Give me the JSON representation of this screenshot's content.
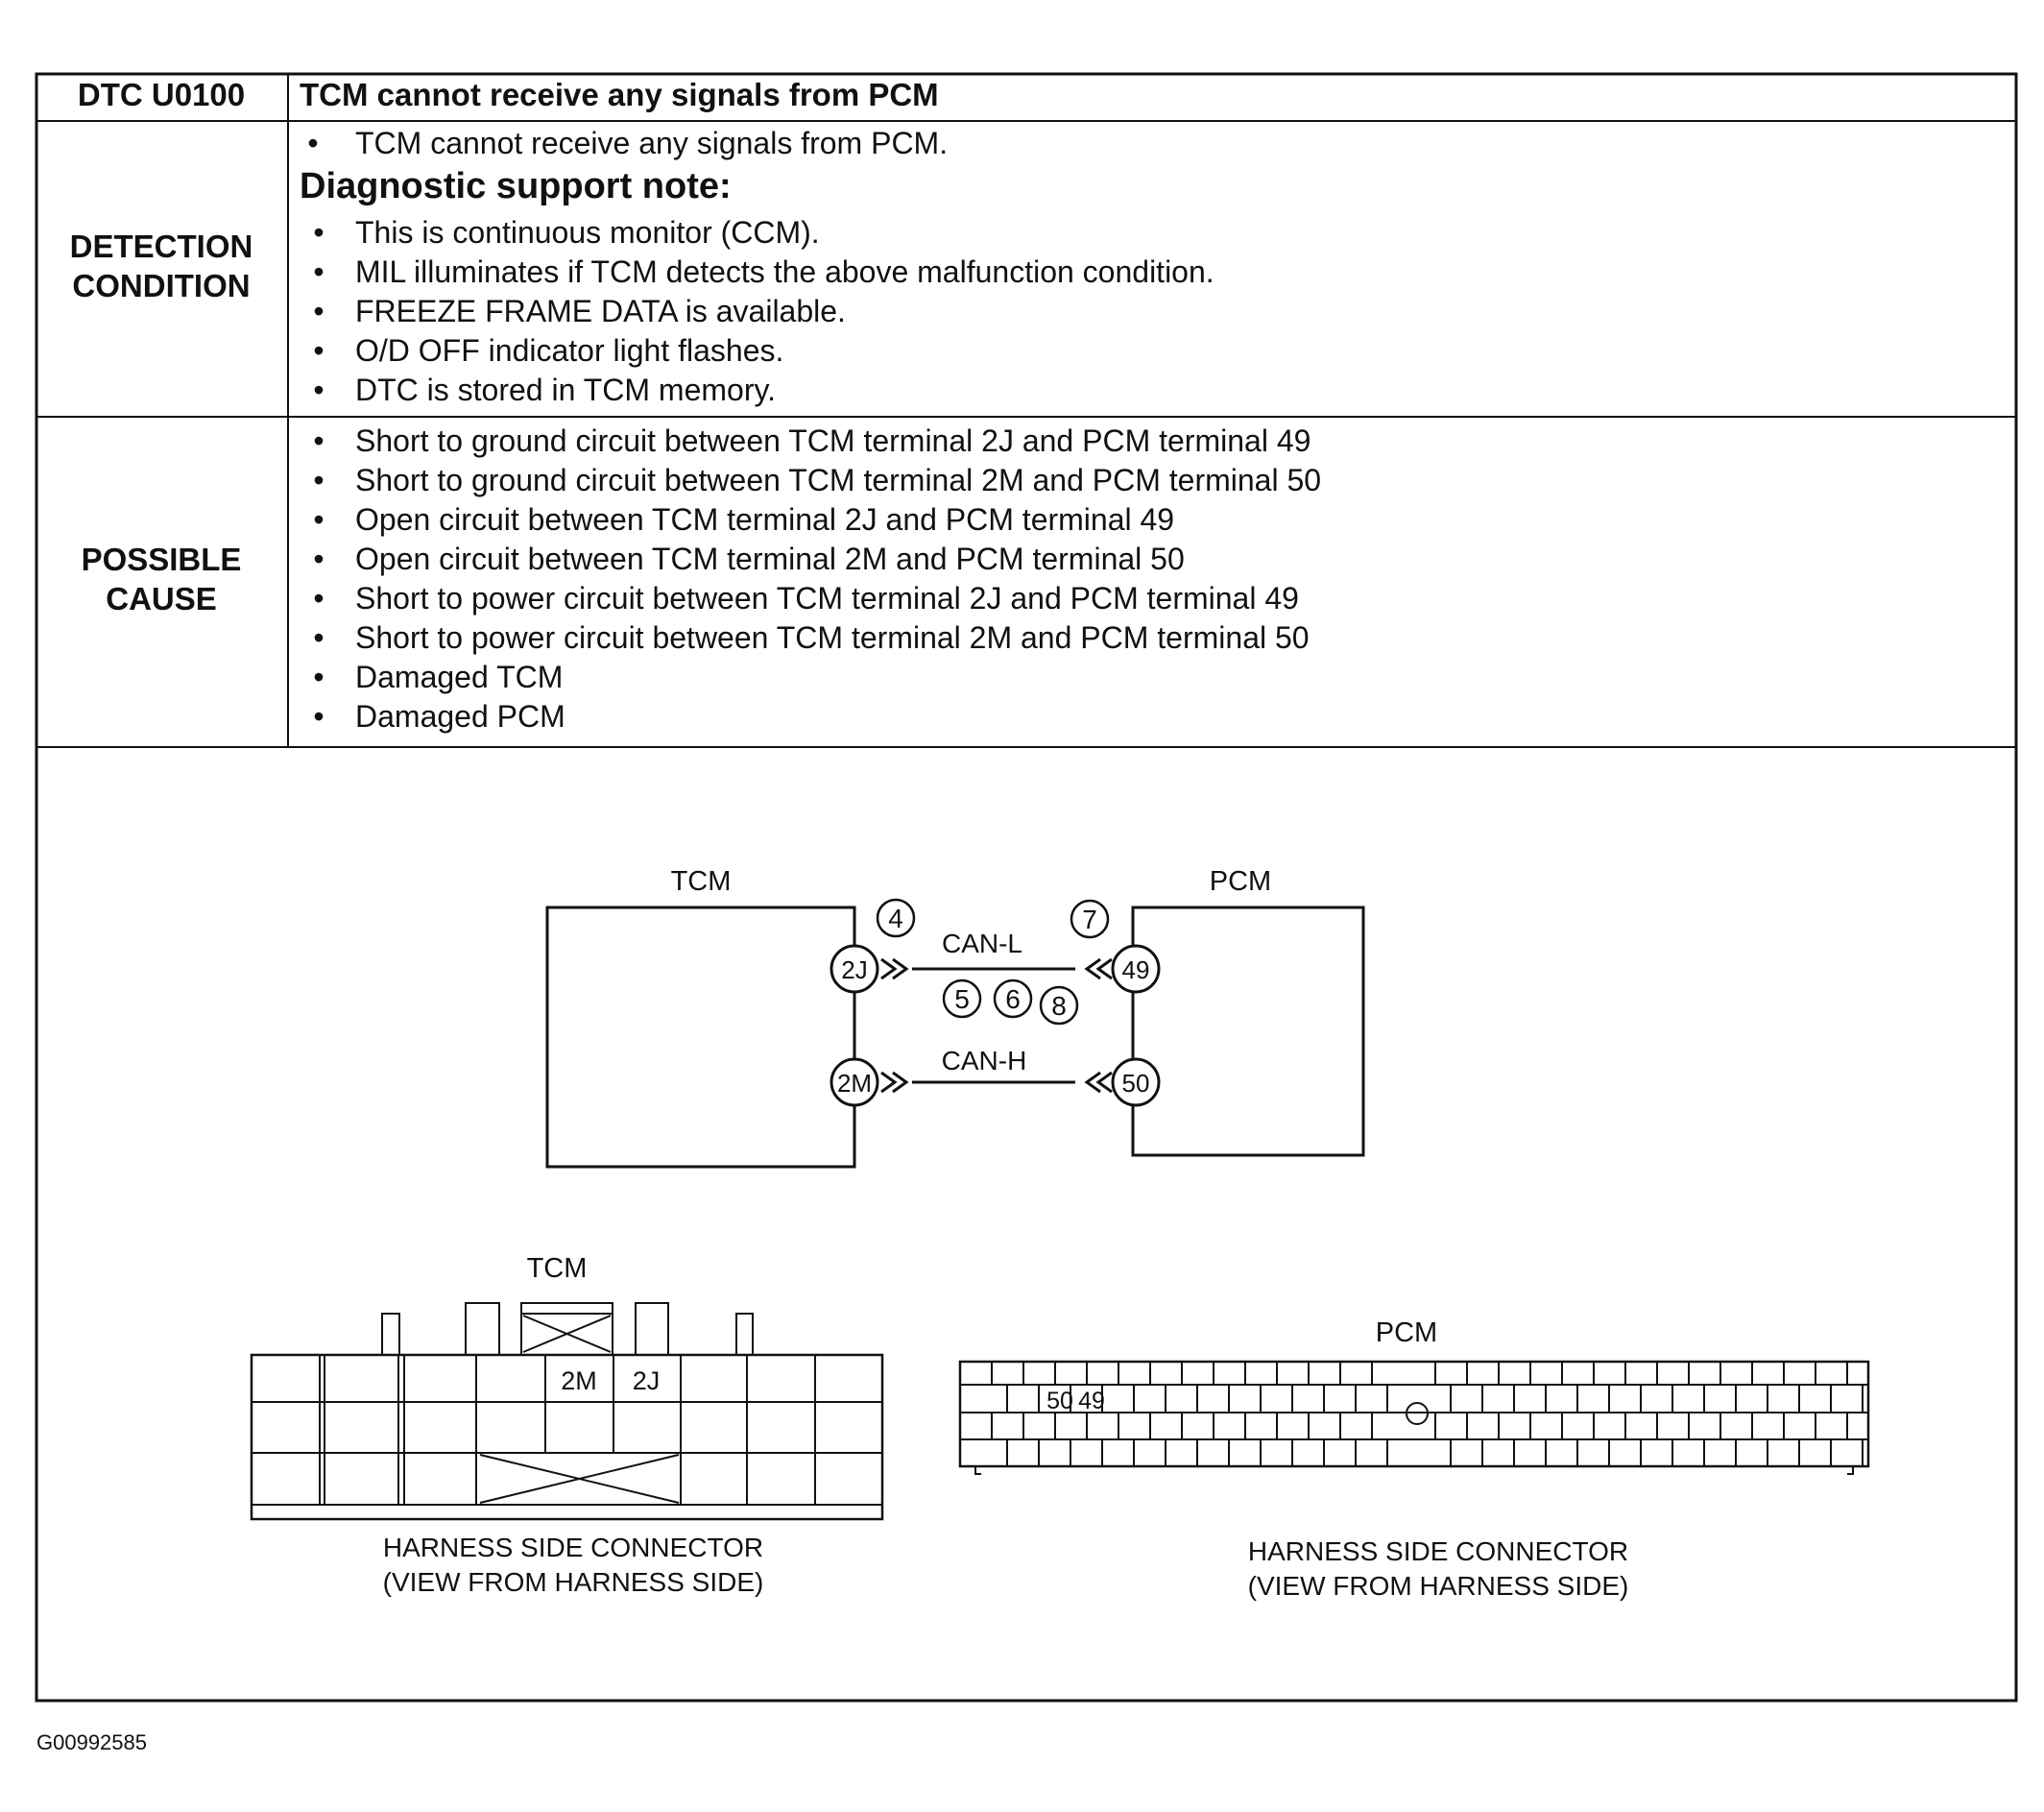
{
  "header": {
    "code_label": "DTC U0100",
    "title": "TCM cannot receive any signals from PCM"
  },
  "detection": {
    "label_line1": "DETECTION",
    "label_line2": "CONDITION",
    "intro": "TCM cannot receive any signals from PCM.",
    "note_heading": "Diagnostic support note:",
    "notes": [
      "This is continuous monitor (CCM).",
      "MIL illuminates if TCM detects the above malfunction condition.",
      "FREEZE FRAME DATA is available.",
      "O/D OFF indicator light flashes.",
      "DTC is stored in TCM memory."
    ]
  },
  "possible_cause": {
    "label_line1": "POSSIBLE",
    "label_line2": "CAUSE",
    "items": [
      "Short to ground circuit between TCM terminal 2J and PCM terminal 49",
      "Short to ground circuit between TCM terminal 2M and PCM terminal 50",
      "Open circuit between TCM terminal 2J and PCM terminal 49",
      "Open circuit between TCM terminal 2M and PCM terminal 50",
      "Short to power circuit between TCM terminal 2J and PCM terminal 49",
      "Short to power circuit between TCM terminal 2M and PCM terminal 50",
      "Damaged TCM",
      "Damaged PCM"
    ]
  },
  "wiring": {
    "tcm_label": "TCM",
    "pcm_label": "PCM",
    "tcm_terminal_top": "2J",
    "tcm_terminal_bottom": "2M",
    "pcm_terminal_top": "49",
    "pcm_terminal_bottom": "50",
    "line_top_label": "CAN-L",
    "line_bottom_label": "CAN-H",
    "step_tcm": "4",
    "step_pcm": "7",
    "steps_middle": [
      "5",
      "6",
      "8"
    ]
  },
  "connectors": {
    "tcm": {
      "title": "TCM",
      "pin_2m": "2M",
      "pin_2j": "2J",
      "caption_line1": "HARNESS SIDE CONNECTOR",
      "caption_line2": "(VIEW FROM HARNESS SIDE)"
    },
    "pcm": {
      "title": "PCM",
      "pin_50": "50",
      "pin_49": "49",
      "caption_line1": "HARNESS SIDE CONNECTOR",
      "caption_line2": "(VIEW FROM HARNESS SIDE)"
    }
  },
  "figure_id": "G00992585"
}
